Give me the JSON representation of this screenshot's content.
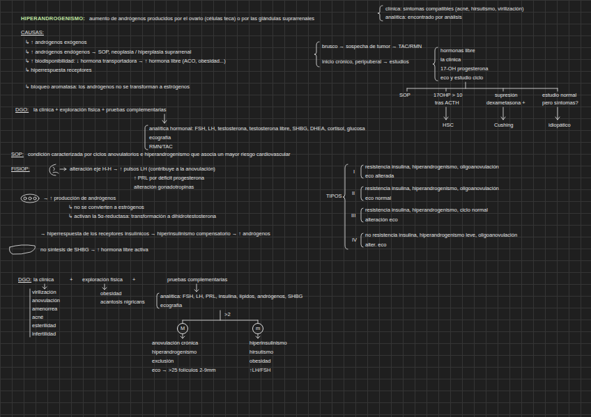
{
  "diagram": {
    "title": "HIPERANDROGENISMO:",
    "nodes": [
      {
        "text": [
          "M"
        ]
      },
      {
        "text": [
          "m"
        ]
      }
    ],
    "labels": [
      "clínica: síntomas compatibles (acné, hirsutismo, virilización)",
      "analítica: encontrado por análisis",
      "aumento de andrógenos producidos por el ovario (células teca) o por las glándulas suprarrenales",
      "CAUSAS:",
      "↳ ↑ andrógenos exógenos",
      "↳ ↑ andrógenos endógenos → SOP, neoplasia / hiperplasia suprarrenal",
      "↳ ↑ biodisponibilidad: ↓ hormona transportadora → ↑ hormona libre (ACO, obesidad...)",
      "↳ hiperrespuesta receptores",
      "↳ bloqueo aromatasa: los andrógenos no se transforman a estrógenos",
      "brusco → sospecha de tumor → TAC/RMN",
      "inicio crónico, peripuberal → estudios",
      "hormonas libre",
      "la clínica",
      "17-OH progesterona",
      "eco y estudio ciclo",
      "SOP",
      "17OHP > 10",
      "tras ACTH",
      "supresión",
      "dexametasona +",
      "estudio normal",
      "pero síntomas?",
      "HSC",
      "Cushing",
      "idiopático",
      "DGO:",
      "la clínica + exploración física + pruebas complementarias",
      "analítica hormonal: FSH, LH, testosterona, testosterona libre, SHBG, DHEA, cortisol, glucosa",
      "ecografía",
      "RMN/TAC",
      "SOP:",
      "condición caracterizada por ciclos anovulatorios e hiperandrogenismo que asocia un mayor riesgo cardiovascular",
      "FISIOP:",
      "alteración eje H-H → ↑ pulsos LH (contribuye a la anovulación)",
      "↑ PRL por déficit progesterona",
      "alteración gonadotropinas",
      "→ ↑ producción de andrógenos",
      "↳ no se convierten a estrógenos",
      "↳ activan la 5α-reductasa: transformación a dihidrotestosterona",
      "→ hiperrespuesta de los receptores insulínicos → hiperinsulinismo compensatorio → ↑ andrógenos",
      "no síntesis de SHBG → ↑ hormona libre activa",
      "TIPOS",
      "I",
      "resistencia insulina, hiperandrogenismo, oligoanovulación",
      "eco alterada",
      "II",
      "resistencia insulina, hiperandrogenismo, oligoanovulación",
      "eco normal",
      "III",
      "resistencia insulina, hiperandrogenismo, ciclo normal",
      "alteración eco",
      "IV",
      "no resistencia insulina, hiperandrogenismo leve, oligoanovulación",
      "alter. eco",
      "DGO:",
      "la clínica",
      "+",
      "exploración física",
      "+",
      "pruebas complementarias",
      "virilización",
      "anovulación",
      "amenorrea",
      "acné",
      "esterilidad",
      "infertilidad",
      "obesidad",
      "acantosis nigricans",
      "analítica: FSH, LH, PRL, insulina, lípidos, andrógenos, SHBG",
      "ecografía",
      ">2",
      "anovulación crónica",
      "hiperandrogenismo",
      "exclusión",
      "eco → >25 folículos 2-9mm",
      "hiperinsulinismo",
      "hirsutismo",
      "obesidad",
      "↑LH/FSH"
    ]
  }
}
